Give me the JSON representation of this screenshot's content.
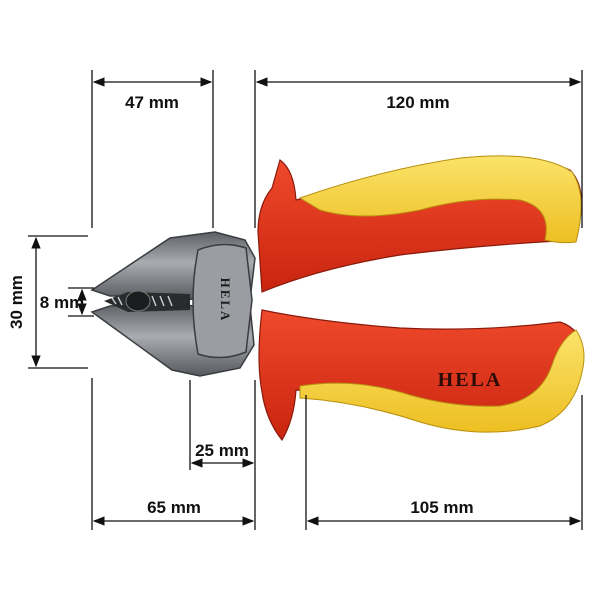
{
  "dimensions": {
    "jaw_length": "47 mm",
    "handle_length": "120 mm",
    "jaw_height": "30 mm",
    "jaw_opening": "8 mm",
    "joint_to_guard": "25 mm",
    "head_length": "65 mm",
    "grip_length": "105 mm"
  },
  "brand": {
    "head_label": "HELA",
    "handle_label": "HELA"
  },
  "colors": {
    "handle_red": "#e8311c",
    "handle_yellow": "#f6d23c",
    "steel": "#8c8f93",
    "dimension_line": "#111111"
  }
}
